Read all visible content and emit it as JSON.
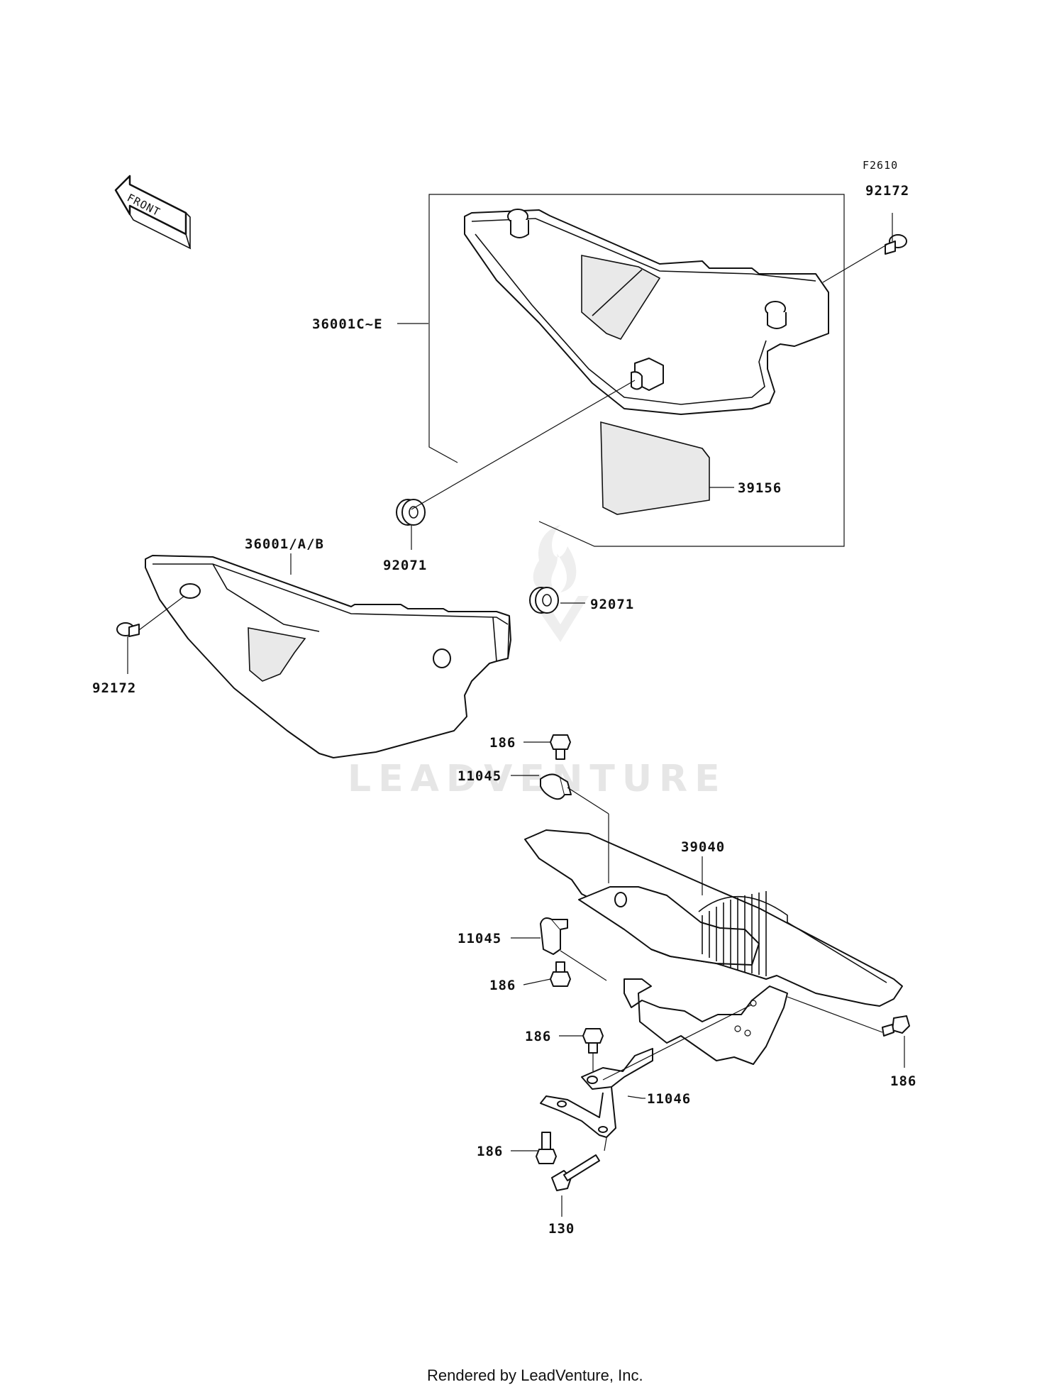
{
  "diagram": {
    "figure_code": "F2610",
    "front_label": "FRONT",
    "watermark": "LEADVENTURE",
    "footer": "Rendered by LeadVenture, Inc.",
    "callouts": {
      "bolt_92172_top": "92172",
      "cover_36001c_e": "36001C~E",
      "label_39156": "39156",
      "grommet_92071_left": "92071",
      "cover_36001_a_b": "36001/A/B",
      "grommet_92071_right": "92071",
      "bolt_92172_left": "92172",
      "bolt_186_a": "186",
      "clamp_11045_top": "11045",
      "guard_39040": "39040",
      "clamp_11045_mid": "11045",
      "bolt_186_b": "186",
      "bolt_186_c": "186",
      "bracket_11046": "11046",
      "bolt_186_right": "186",
      "bolt_186_d": "186",
      "bolt_130": "130"
    }
  }
}
